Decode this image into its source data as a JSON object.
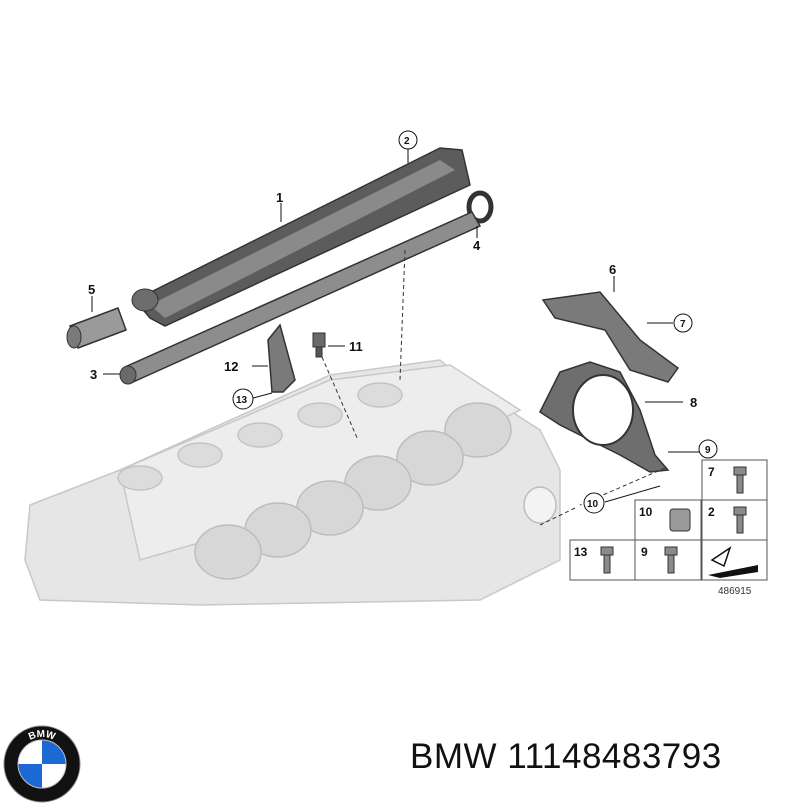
{
  "callouts": {
    "c1": "1",
    "c2": "2",
    "c3": "3",
    "c4": "4",
    "c5": "5",
    "c6": "6",
    "c7": "7",
    "c8": "8",
    "c9": "9",
    "c10": "10",
    "c11": "11",
    "c12": "12",
    "c13": "13"
  },
  "parts_table": {
    "cells": [
      "7",
      "10",
      "2",
      "13",
      "9"
    ]
  },
  "reference_number": "486915",
  "brand": "BMW",
  "part_number": "11148483793",
  "logo": {
    "letters": "BMW",
    "colors": {
      "blue": "#1c69d4",
      "ring": "#111111",
      "white": "#ffffff"
    }
  },
  "icons": [
    "engine-block-illustration",
    "part-illustration",
    "bmw-logo-icon",
    "arrow-icon"
  ]
}
